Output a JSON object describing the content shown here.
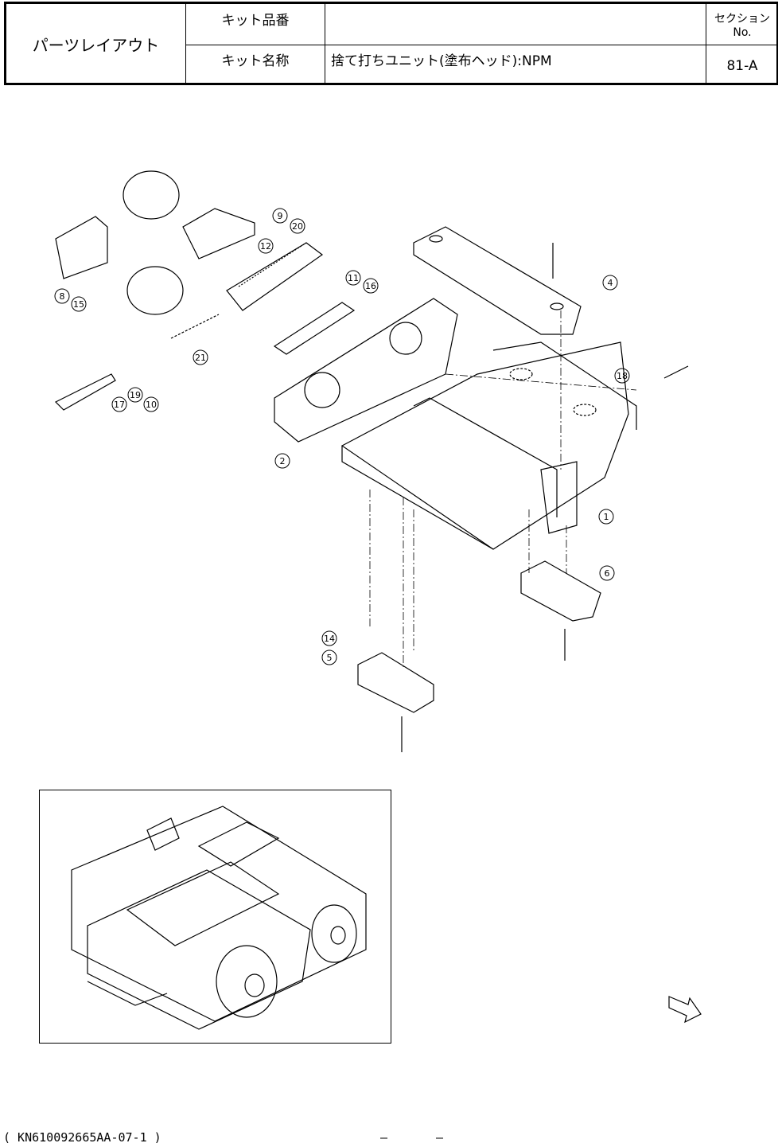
{
  "header": {
    "title": "パーツレイアウト",
    "kit_number_label": "キット品番",
    "kit_number_value": "",
    "kit_name_label": "キット名称",
    "kit_name_value": "捨て打ちユニット(塗布ヘッド):NPM",
    "section_label": "セクションNo.",
    "section_value": "81-A"
  },
  "callouts": {
    "c1": "1",
    "c2": "2",
    "c4": "4",
    "c5": "5",
    "c6": "6",
    "c8": "8",
    "c9": "9",
    "c10": "10",
    "c11": "11",
    "c12": "12",
    "c14": "14",
    "c15": "15",
    "c16": "16",
    "c17": "17",
    "c18": "18",
    "c19": "19",
    "c20": "20",
    "c21": "21"
  },
  "footer": {
    "doc_code": "( KN610092665AA-07-1 )",
    "dash_left": "—",
    "dash_right": "—"
  }
}
